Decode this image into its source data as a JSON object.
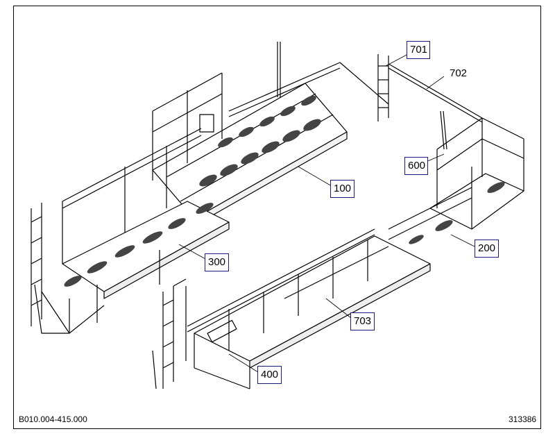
{
  "callouts": {
    "c701": "701",
    "c702": "702",
    "c600": "600",
    "c100": "100",
    "c200": "200",
    "c300": "300",
    "c703": "703",
    "c400": "400"
  },
  "footer": {
    "left_code": "B010.004-415.000",
    "right_code": "313386"
  }
}
